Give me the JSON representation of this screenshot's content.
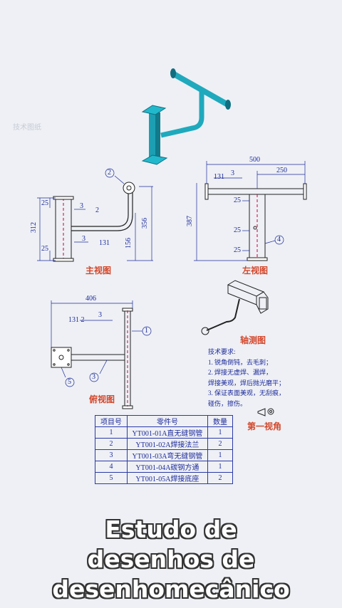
{
  "views": {
    "front": "主视图",
    "left": "左视图",
    "top": "俯视图",
    "iso": "轴测图",
    "first_angle": "第一视角"
  },
  "front_dims": {
    "d25a": "25",
    "d25b": "25",
    "d312": "312",
    "d356": "356",
    "d156": "156",
    "w1": "3",
    "w1n": "2",
    "w2": "3",
    "w2n": "131",
    "balloon": "2"
  },
  "left_dims": {
    "d500": "500",
    "d250": "250",
    "d387": "387",
    "d25a": "25",
    "d25b": "25",
    "d25c": "25",
    "w1": "131",
    "w1b": "3",
    "balloon": "4"
  },
  "top_dims": {
    "d406": "406",
    "w1": "131 2",
    "w1b": "3",
    "balloon1": "1",
    "balloon3": "3",
    "balloon5": "5"
  },
  "tech": {
    "title": "技术要求:",
    "lines": [
      "1. 锐角倒钝，去毛刺；",
      "2. 焊接无虚焊、漏焊，",
      "焊接美观，焊后抛光磨平；",
      "3. 保证表面美观，无刮痕，",
      "碰伤，擦伤。"
    ]
  },
  "bom": {
    "headers": [
      "项目号",
      "零件号",
      "数量"
    ],
    "rows": [
      [
        "1",
        "YT001-01A直无缝钢管",
        "1"
      ],
      [
        "2",
        "YT001-02A焊接法兰",
        "2"
      ],
      [
        "3",
        "YT001-03A弯无缝钢管",
        "1"
      ],
      [
        "4",
        "YT001-04A碳钢方通",
        "1"
      ],
      [
        "5",
        "YT001-05A焊接底座",
        "2"
      ]
    ]
  },
  "overlay": [
    "Estudo de",
    "desenhos de",
    "desenhomecânico"
  ],
  "watermark": "技术图纸",
  "colors": {
    "line": "#1d2b9a",
    "accent": "#2bb6c8",
    "title": "#d3462a"
  }
}
